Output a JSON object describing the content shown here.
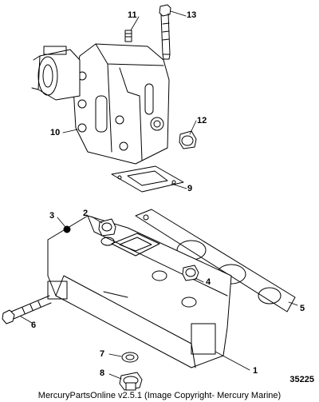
{
  "callouts": {
    "c1": "1",
    "c2": "2",
    "c3": "3",
    "c4": "4",
    "c5": "5",
    "c6": "6",
    "c7": "7",
    "c8": "8",
    "c9": "9",
    "c10": "10",
    "c11": "11",
    "c12": "12",
    "c13": "13"
  },
  "diagram_ref": "35225",
  "footer": "MercuryPartsOnline v2.5.1 (Image Copyright- Mercury Marine)"
}
